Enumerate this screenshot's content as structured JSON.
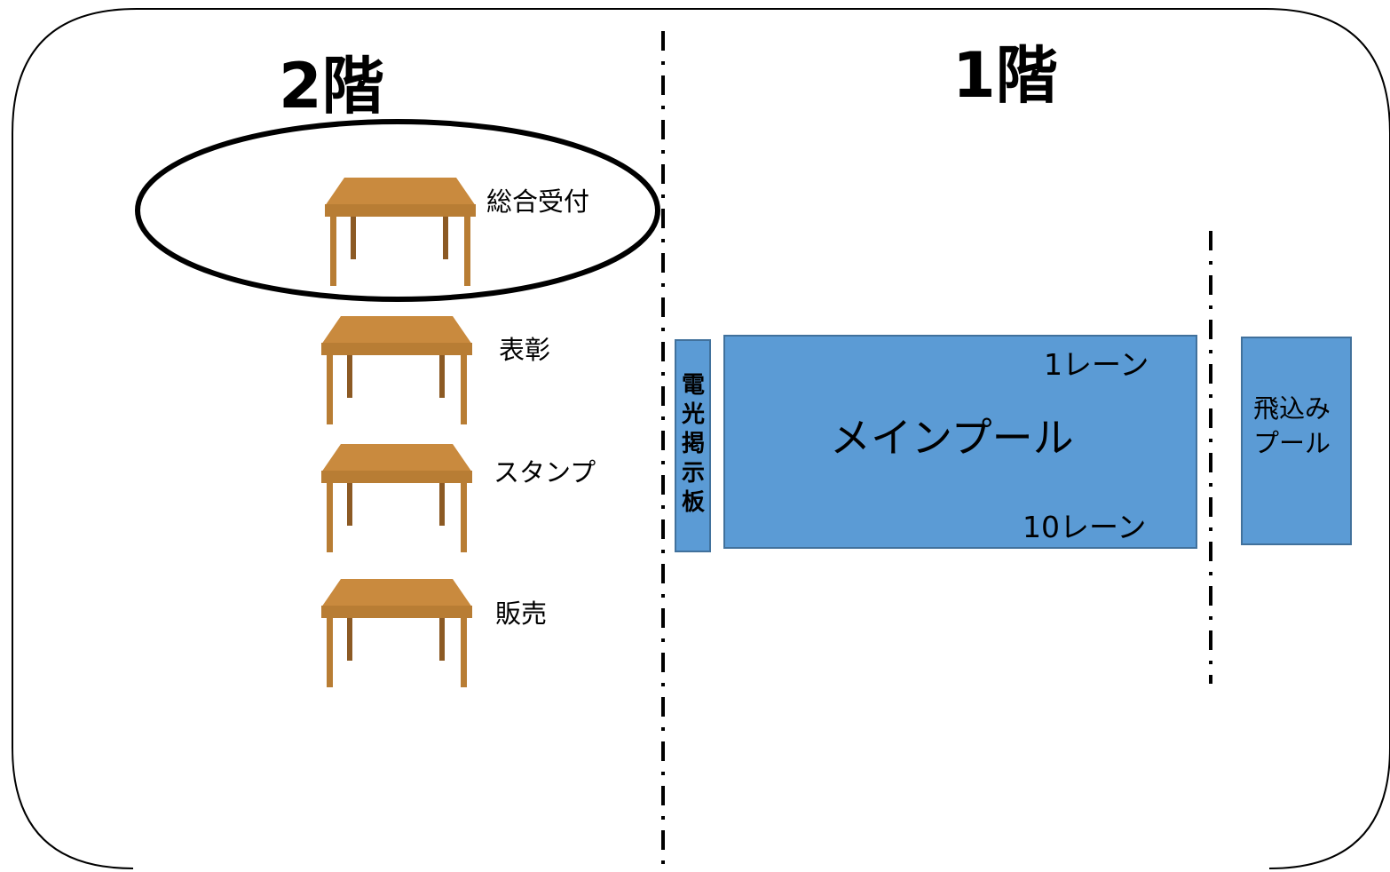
{
  "floor2": {
    "title": "2階",
    "desks": [
      {
        "label": "総合受付",
        "highlighted": true
      },
      {
        "label": "表彰"
      },
      {
        "label": "スタンプ"
      },
      {
        "label": "販売"
      }
    ]
  },
  "floor1": {
    "title": "1階",
    "board_label": "電光掲示板",
    "main_pool": {
      "title": "メインプール",
      "lane_top": "1レーン",
      "lane_bottom": "10レーン"
    },
    "diving_pool": {
      "line1": "飛込み",
      "line2": "プール"
    }
  },
  "colors": {
    "pool_fill": "#5b9bd5",
    "pool_border": "#41719c",
    "desk_top": "#c98a3e",
    "desk_leg": "#b87d34"
  }
}
